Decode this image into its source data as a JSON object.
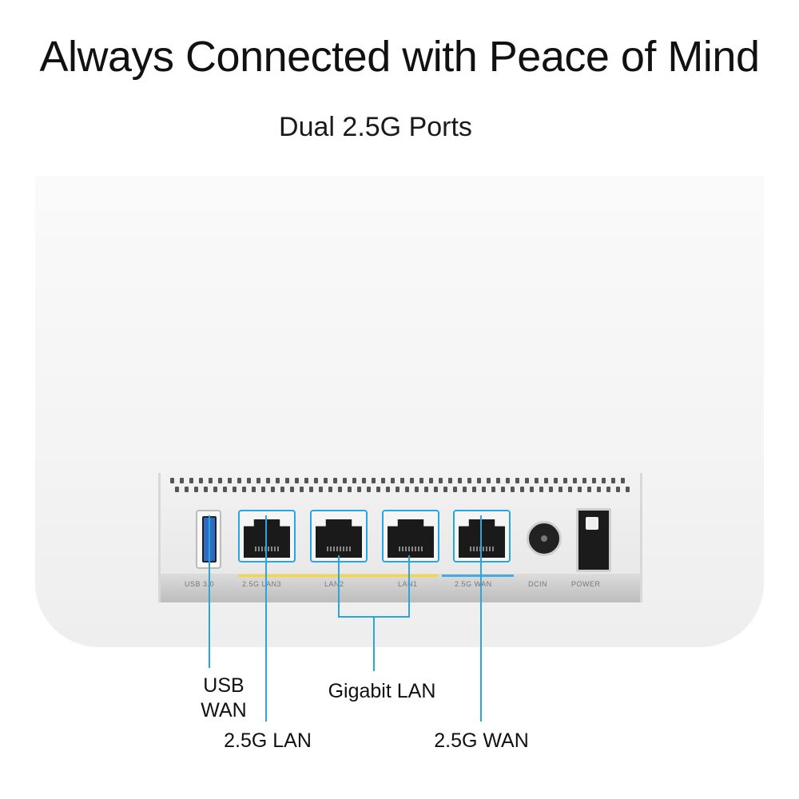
{
  "headline": "Always Connected with Peace of Mind",
  "subhead": "Dual 2.5G Ports",
  "ports": {
    "usb": "USB 3.0",
    "lan3": "2.5G LAN3",
    "lan2": "LAN2",
    "lan1": "LAN1",
    "wan": "2.5G WAN",
    "dcin": "DCIN",
    "power": "POWER"
  },
  "callouts": {
    "usb_wan_line1": "USB",
    "usb_wan_line2": "WAN",
    "lan_25g": "2.5G LAN",
    "gigabit_lan": "Gigabit LAN",
    "wan_25g": "2.5G WAN"
  },
  "colors": {
    "callout_line": "#29a6e0",
    "lan_marker": "#f4d83a",
    "wan_marker": "#4aa8e0"
  }
}
